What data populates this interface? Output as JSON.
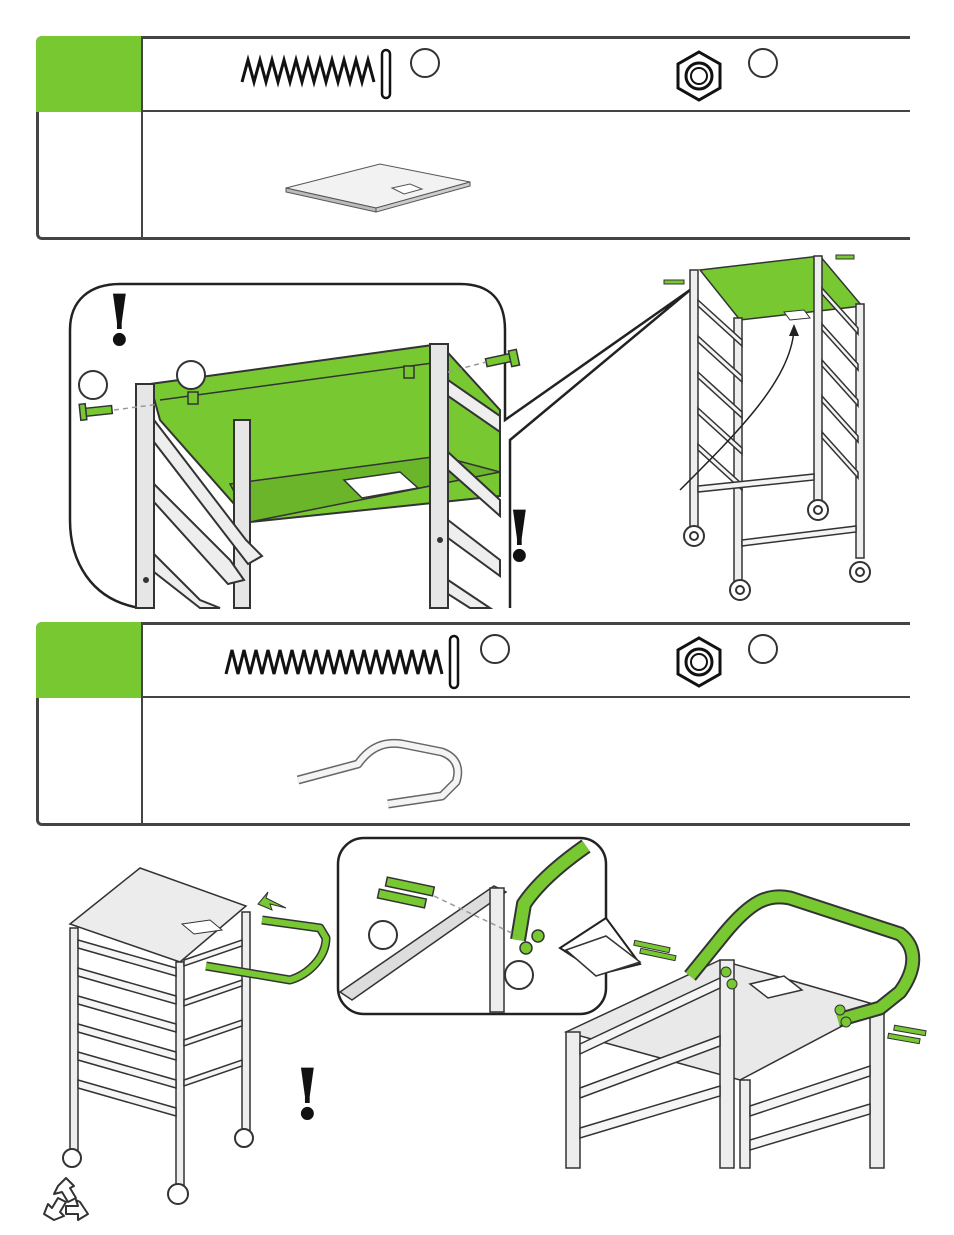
{
  "colors": {
    "accent": "#78c832",
    "line": "#333333",
    "metal": "#d9d9d9"
  },
  "steps": [
    {
      "hardware": [
        {
          "type": "bolt",
          "icon": "bolt-icon"
        },
        {
          "type": "hex-nut",
          "icon": "hex-nut-icon"
        }
      ],
      "part": "top-shelf-panel"
    },
    {
      "hardware": [
        {
          "type": "long-bolt",
          "icon": "long-bolt-icon"
        },
        {
          "type": "hex-nut",
          "icon": "hex-nut-icon"
        }
      ],
      "part": "push-handle"
    }
  ],
  "warnings": {
    "symbol": "!"
  }
}
